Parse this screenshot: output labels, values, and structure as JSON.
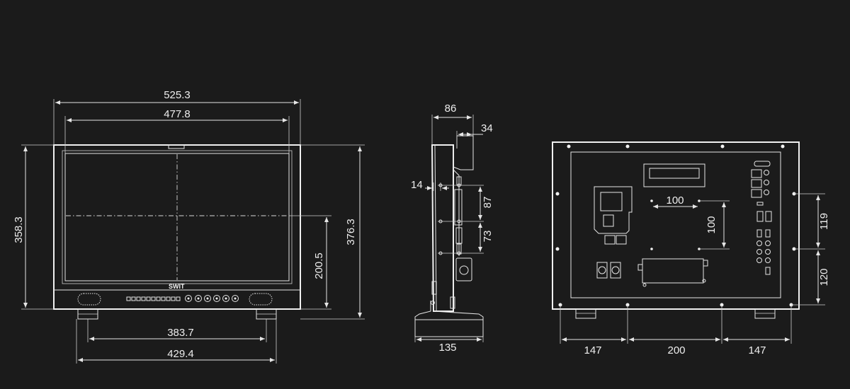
{
  "colors": {
    "background": "#1b1b1b",
    "line": "#e6e6e6"
  },
  "front_view": {
    "brand": "SWIT",
    "dimensions": {
      "overall_width": "525.3",
      "screen_width": "477.8",
      "height": "358.3",
      "height_with_feet": "376.3",
      "center_height": "200.5",
      "feet_inner_span": "383.7",
      "feet_outer_span": "429.4"
    }
  },
  "side_view": {
    "dimensions": {
      "depth": "86",
      "rear_box_depth": "34",
      "offset": "14",
      "upper_spacing": "87",
      "lower_spacing": "73",
      "stand_depth": "135"
    }
  },
  "rear_view": {
    "dimensions": {
      "vesa_horizontal": "100",
      "vesa_vertical": "100",
      "right_upper": "119",
      "right_lower": "120",
      "bottom_left": "147",
      "bottom_center": "200",
      "bottom_right": "147"
    }
  }
}
